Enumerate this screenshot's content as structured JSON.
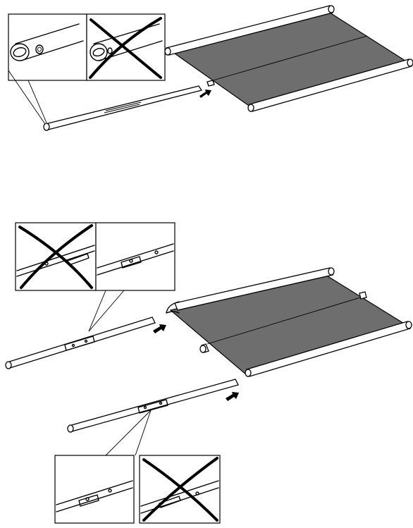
{
  "figure": {
    "panels": [
      {
        "id": "step-1",
        "detail_boxes": [
          {
            "kind": "correct"
          },
          {
            "kind": "incorrect"
          }
        ]
      },
      {
        "id": "step-2",
        "detail_boxes": [
          {
            "kind": "incorrect"
          },
          {
            "kind": "correct"
          },
          {
            "kind": "correct"
          },
          {
            "kind": "incorrect"
          }
        ]
      }
    ],
    "colors": {
      "line": "#000000",
      "fabric": "#6e6e6e",
      "background": "#ffffff"
    }
  }
}
